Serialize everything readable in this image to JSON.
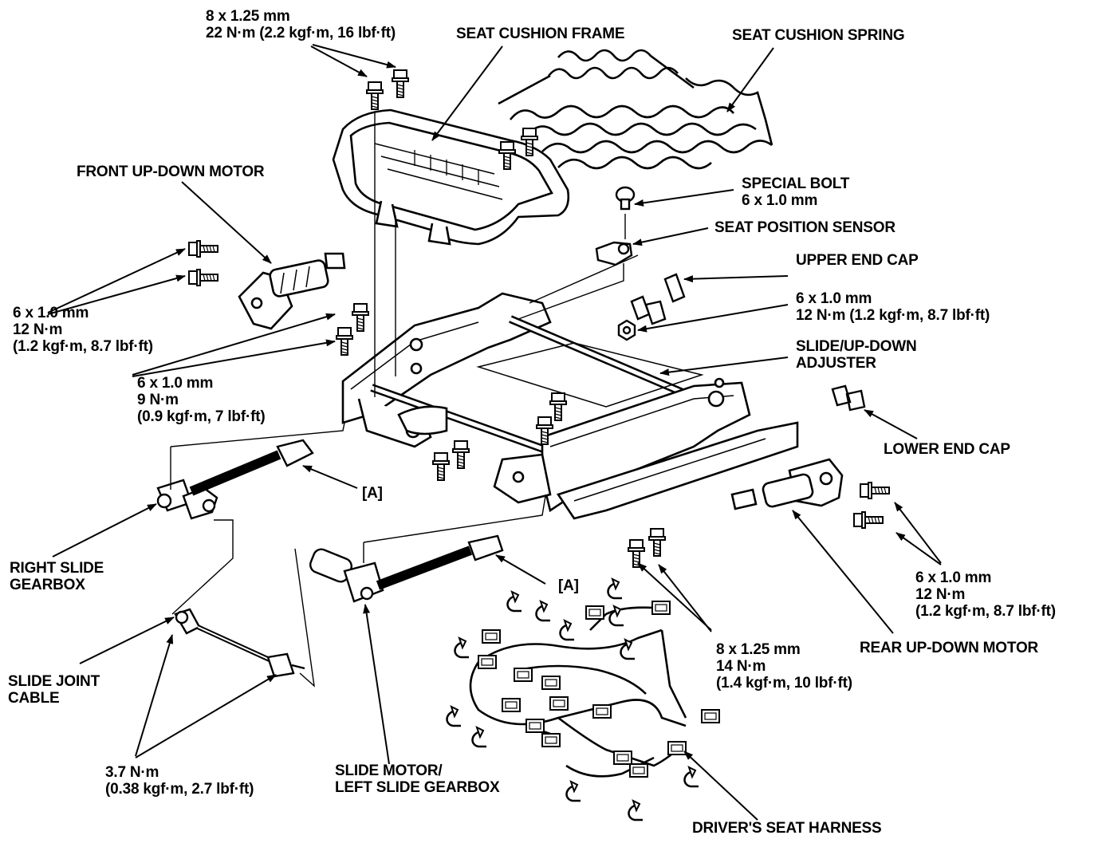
{
  "colors": {
    "ink": "#000000",
    "paper": "#ffffff"
  },
  "labels": {
    "top_bolt": {
      "line1": "8 x 1.25 mm",
      "line2": "22 N·m (2.2 kgf·m, 16 lbf·ft)"
    },
    "seat_cushion_frame": "SEAT CUSHION FRAME",
    "seat_cushion_spring": "SEAT CUSHION SPRING",
    "front_up_down_motor": "FRONT UP-DOWN MOTOR",
    "special_bolt": {
      "line1": "SPECIAL BOLT",
      "line2": "6 x 1.0 mm"
    },
    "seat_position_sensor": "SEAT POSITION SENSOR",
    "upper_end_cap": "UPPER END CAP",
    "right_bolt": {
      "line1": "6 x 1.0 mm",
      "line2": "12 N·m (1.2 kgf·m, 8.7 lbf·ft)"
    },
    "slide_adjuster": {
      "line1": "SLIDE/UP-DOWN",
      "line2": "ADJUSTER"
    },
    "left_bolt_12": {
      "line1": "6 x 1.0 mm",
      "line2": "12 N·m",
      "line3": "(1.2 kgf·m, 8.7 lbf·ft)"
    },
    "left_bolt_9": {
      "line1": "6 x 1.0 mm",
      "line2": "9 N·m",
      "line3": "(0.9 kgf·m, 7 lbf·ft)"
    },
    "lower_end_cap": "LOWER END CAP",
    "ref_a_upper": "[A]",
    "ref_a_lower": "[A]",
    "right_slide_gearbox": {
      "line1": "RIGHT SLIDE",
      "line2": "GEARBOX"
    },
    "rear_motor_bolt": {
      "line1": "6 x 1.0 mm",
      "line2": "12 N·m",
      "line3": "(1.2 kgf·m, 8.7 lbf·ft)"
    },
    "rear_up_down_motor": "REAR UP-DOWN MOTOR",
    "bottom_bolt": {
      "line1": "8 x 1.25 mm",
      "line2": "14 N·m",
      "line3": "(1.4 kgf·m, 10 lbf·ft)"
    },
    "slide_joint_cable": {
      "line1": "SLIDE JOINT",
      "line2": "CABLE"
    },
    "cable_torque": {
      "line1": "3.7 N·m",
      "line2": "(0.38 kgf·m, 2.7 lbf·ft)"
    },
    "slide_motor": {
      "line1": "SLIDE MOTOR/",
      "line2": "LEFT SLIDE GEARBOX"
    },
    "drivers_seat_harness": "DRIVER'S SEAT HARNESS"
  }
}
